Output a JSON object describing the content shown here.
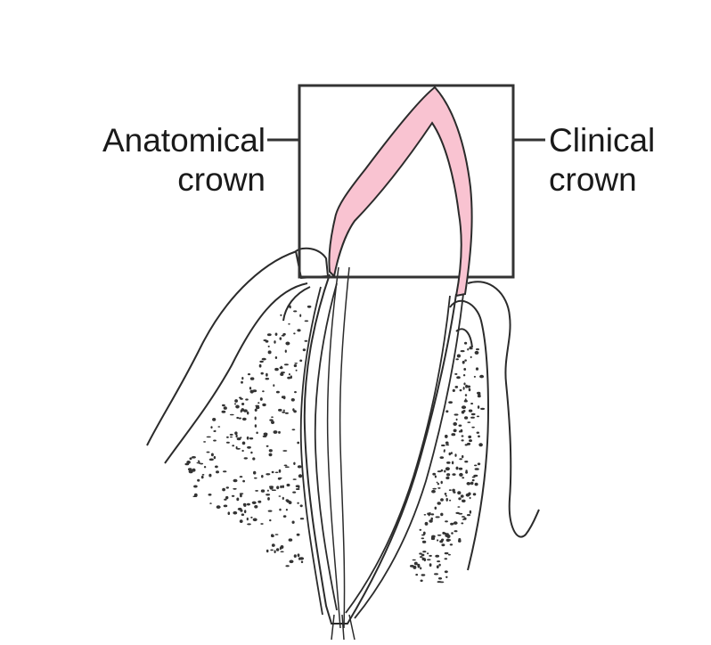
{
  "labels": {
    "anatomical": {
      "line1": "Anatomical",
      "line2": "crown"
    },
    "clinical": {
      "line1": "Clinical",
      "line2": "crown"
    }
  },
  "colors": {
    "enamel": "#f9c3d1",
    "outline": "#2b2b2b",
    "box": "#333333",
    "stipple": "#333333"
  }
}
